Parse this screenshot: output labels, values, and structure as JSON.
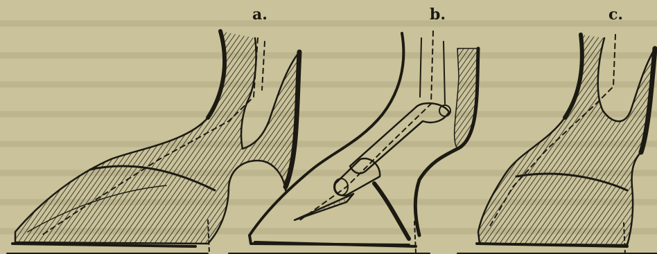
{
  "figure": {
    "labels": {
      "a": "a.",
      "b": "b.",
      "c": "c."
    }
  },
  "colors": {
    "paper": "#c9c29a",
    "ink": "#1c1a12",
    "bleed_through": "#a9a27c"
  }
}
